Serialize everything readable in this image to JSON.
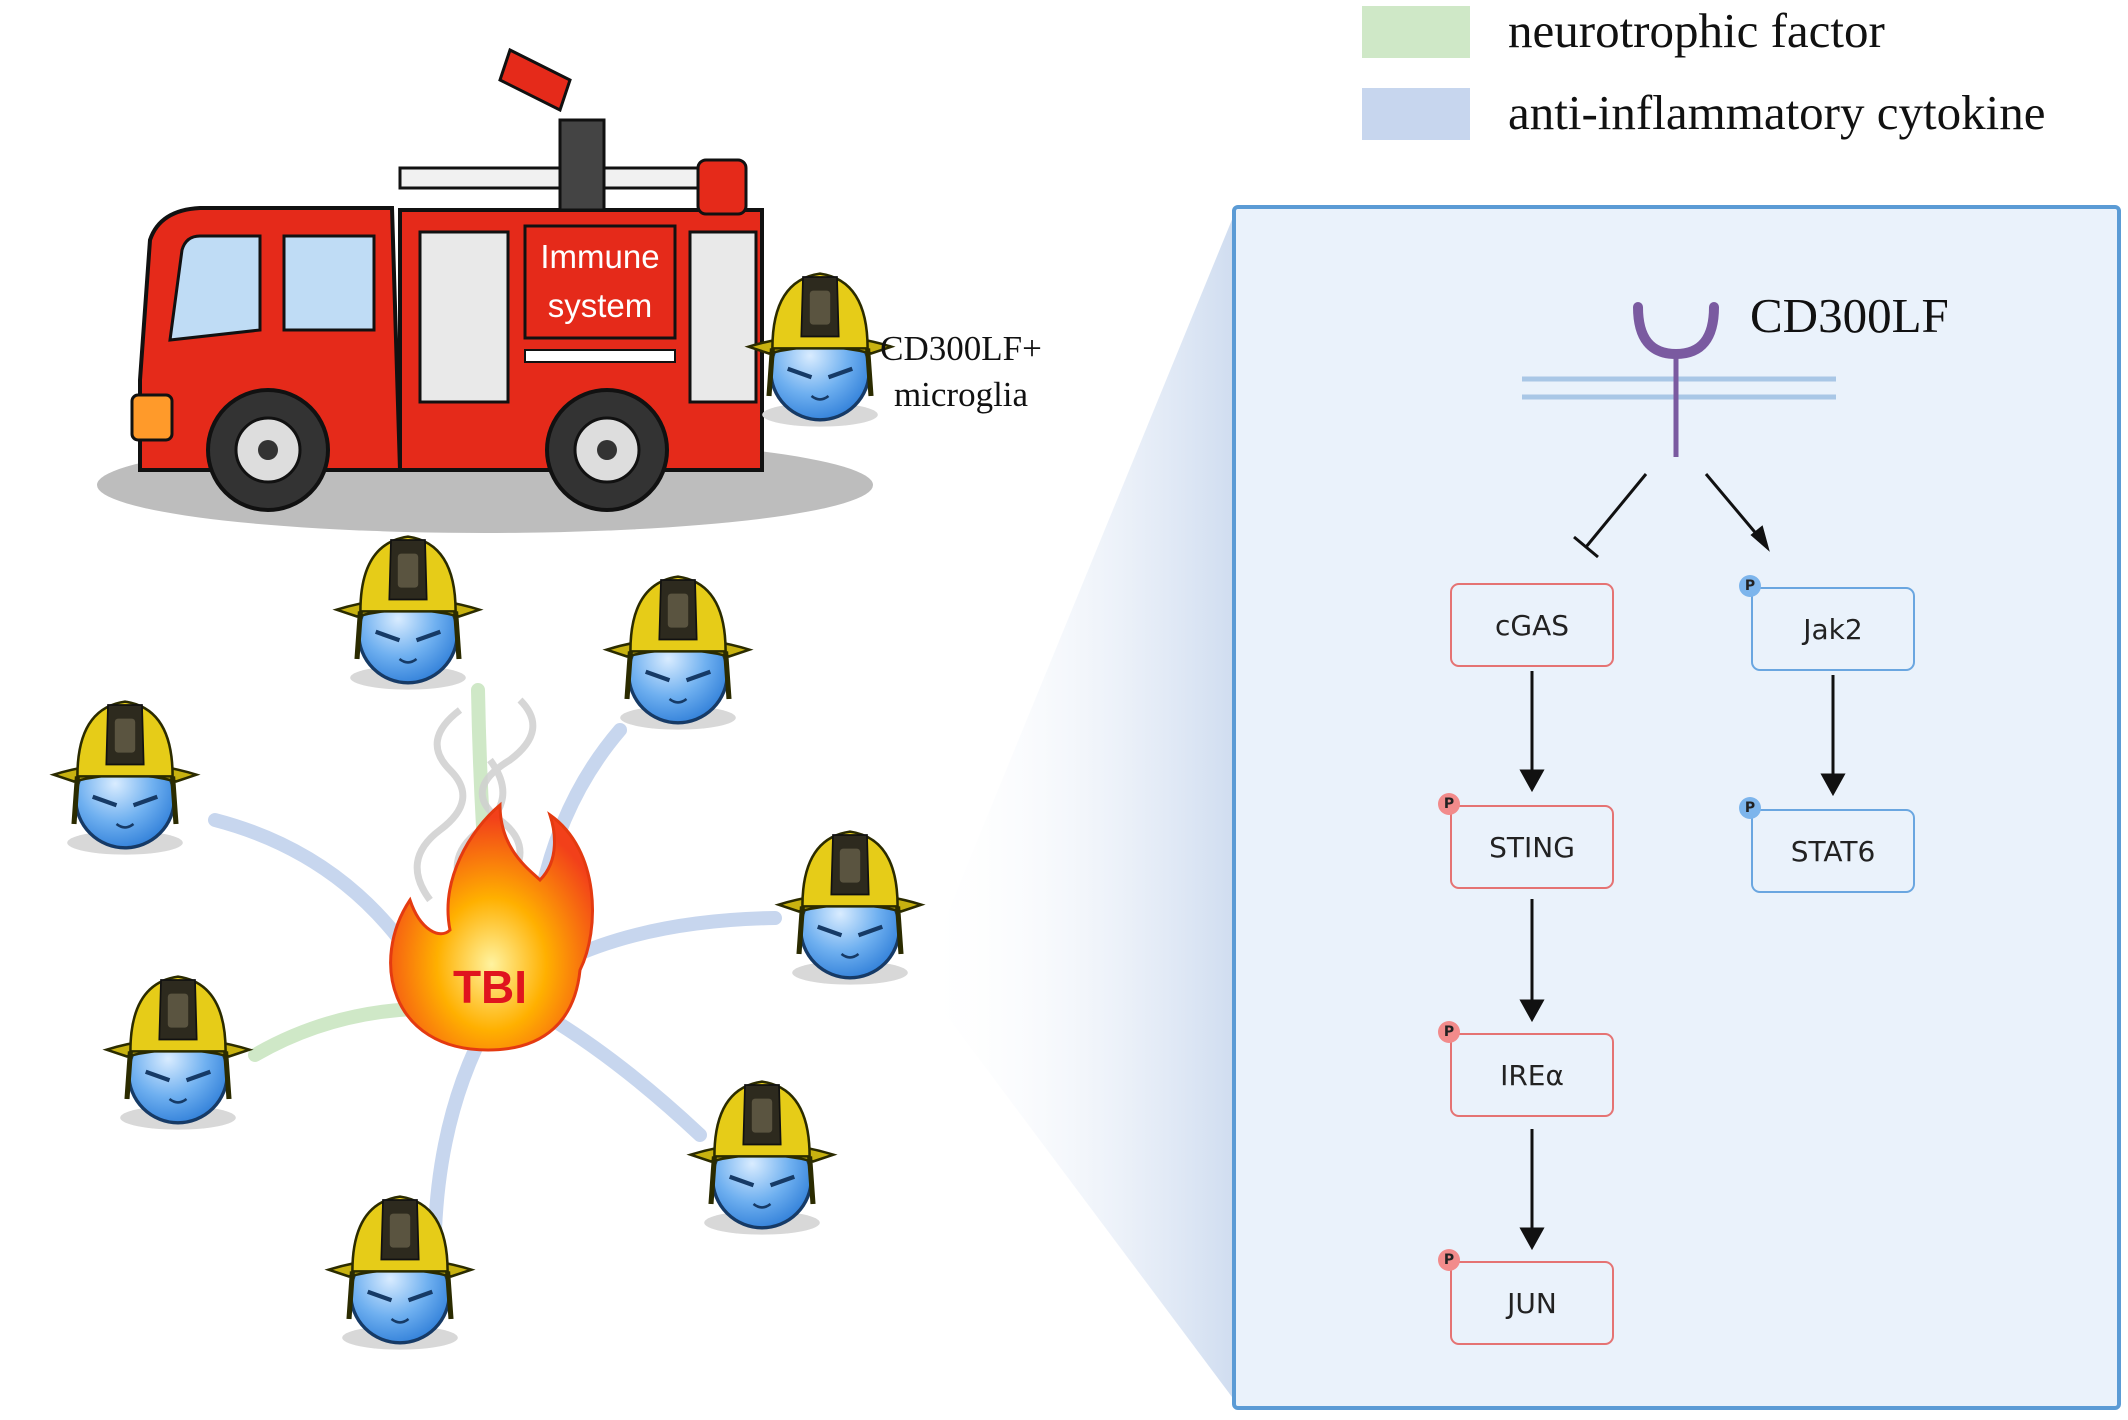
{
  "legend": [
    {
      "label": "neurotrophic factor",
      "color": "#cfe8c7"
    },
    {
      "label": "anti-inflammatory cytokine",
      "color": "#c7d6ee"
    }
  ],
  "truck": {
    "label_line1": "Immune",
    "label_line2": "system"
  },
  "microglia_label": {
    "line1": "CD300LF+",
    "line2": "microglia"
  },
  "fire_label": "TBI",
  "receptor_label": "CD300LF",
  "phospho_mark": "P",
  "pathway_left": [
    "cGAS",
    "STING",
    "IREα",
    "JUN"
  ],
  "pathway_right": [
    "Jak2",
    "STAT6"
  ],
  "colors": {
    "panel_bg": "#eaf2fb",
    "panel_border": "#5b9bd5",
    "red_node": "#e57373",
    "blue_node": "#6aa6e0",
    "receptor": "#7a5aa0"
  }
}
